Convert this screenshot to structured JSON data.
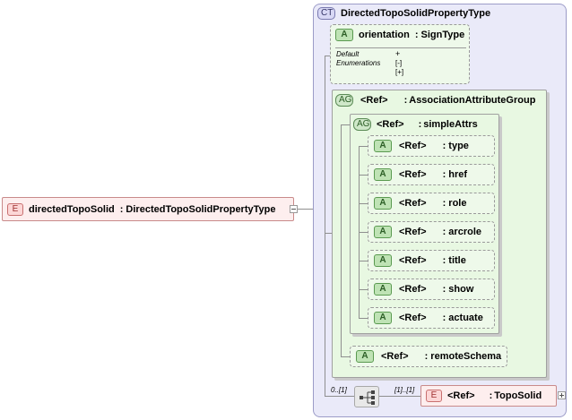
{
  "root_element": {
    "badge": "E",
    "name": "directedTopoSolid",
    "separator": ":",
    "type": "DirectedTopoSolidPropertyType"
  },
  "complex_type": {
    "badge": "CT",
    "name": "DirectedTopoSolidPropertyType"
  },
  "orientation_attr": {
    "badge": "A",
    "name": "orientation",
    "separator": ":",
    "type": "SignType",
    "default_label": "Default",
    "default_value": "+",
    "enumerations_label": "Enumerations",
    "enum_values": [
      "[-]",
      "[+]"
    ]
  },
  "association_group": {
    "badge": "AG",
    "ref": "<Ref>",
    "separator": ":",
    "name": "AssociationAttributeGroup"
  },
  "simple_attrs_group": {
    "badge": "AG",
    "ref": "<Ref>",
    "separator": ":",
    "name": "simpleAttrs"
  },
  "simple_attrs": [
    {
      "badge": "A",
      "ref": "<Ref>",
      "name": ": type"
    },
    {
      "badge": "A",
      "ref": "<Ref>",
      "name": ": href"
    },
    {
      "badge": "A",
      "ref": "<Ref>",
      "name": ": role"
    },
    {
      "badge": "A",
      "ref": "<Ref>",
      "name": ": arcrole"
    },
    {
      "badge": "A",
      "ref": "<Ref>",
      "name": ": title"
    },
    {
      "badge": "A",
      "ref": "<Ref>",
      "name": ": show"
    },
    {
      "badge": "A",
      "ref": "<Ref>",
      "name": ": actuate"
    }
  ],
  "remote_schema_attr": {
    "badge": "A",
    "ref": "<Ref>",
    "name": ": remoteSchema"
  },
  "sequence": {
    "min_max": "0..[1]",
    "child_multiplicity": "[1]..[1]"
  },
  "topo_solid": {
    "badge": "E",
    "ref": "<Ref>",
    "separator": ":",
    "name": "TopoSolid"
  },
  "colors": {
    "element_fill": "#fdeeee",
    "element_border": "#c98a8a",
    "complex_type_fill": "#eaeaf9",
    "complex_type_border": "#9c9cc8",
    "group_fill": "#e8f8e2",
    "attribute_fill": "#eef9ea",
    "connector": "#8f8f8f"
  }
}
